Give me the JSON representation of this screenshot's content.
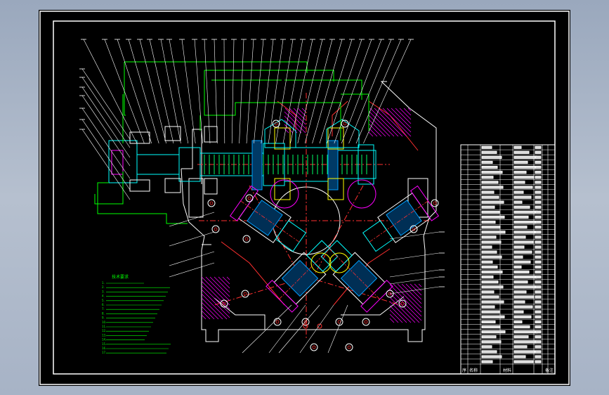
{
  "viewport": {
    "background": "#000000",
    "app_background": "#a9b5c8"
  },
  "colors": {
    "frame": "#ffffff",
    "body_outline": "#ffffff",
    "shaft": "#00ffff",
    "dimension": "#00ff00",
    "center_line": "#ff3030",
    "hatch": "#ff00ff",
    "bearing": "#00a0ff",
    "yellow": "#ffff00",
    "notes_text": "#00ff00",
    "title_block_grid": "#ffffff"
  },
  "drawing": {
    "type": "mechanical assembly drawing",
    "notes_title": "技术要求",
    "notes": [
      "1.",
      "2.",
      "3.",
      "4.",
      "5.",
      "6.",
      "7.",
      "8.",
      "9.",
      "10.",
      "11.",
      "12.",
      "13.",
      "14.",
      "15.",
      "16.",
      "17."
    ],
    "title_block": {
      "rows": 44,
      "footer": [
        "序",
        "名称",
        "",
        "材料",
        "",
        "备注"
      ]
    }
  }
}
